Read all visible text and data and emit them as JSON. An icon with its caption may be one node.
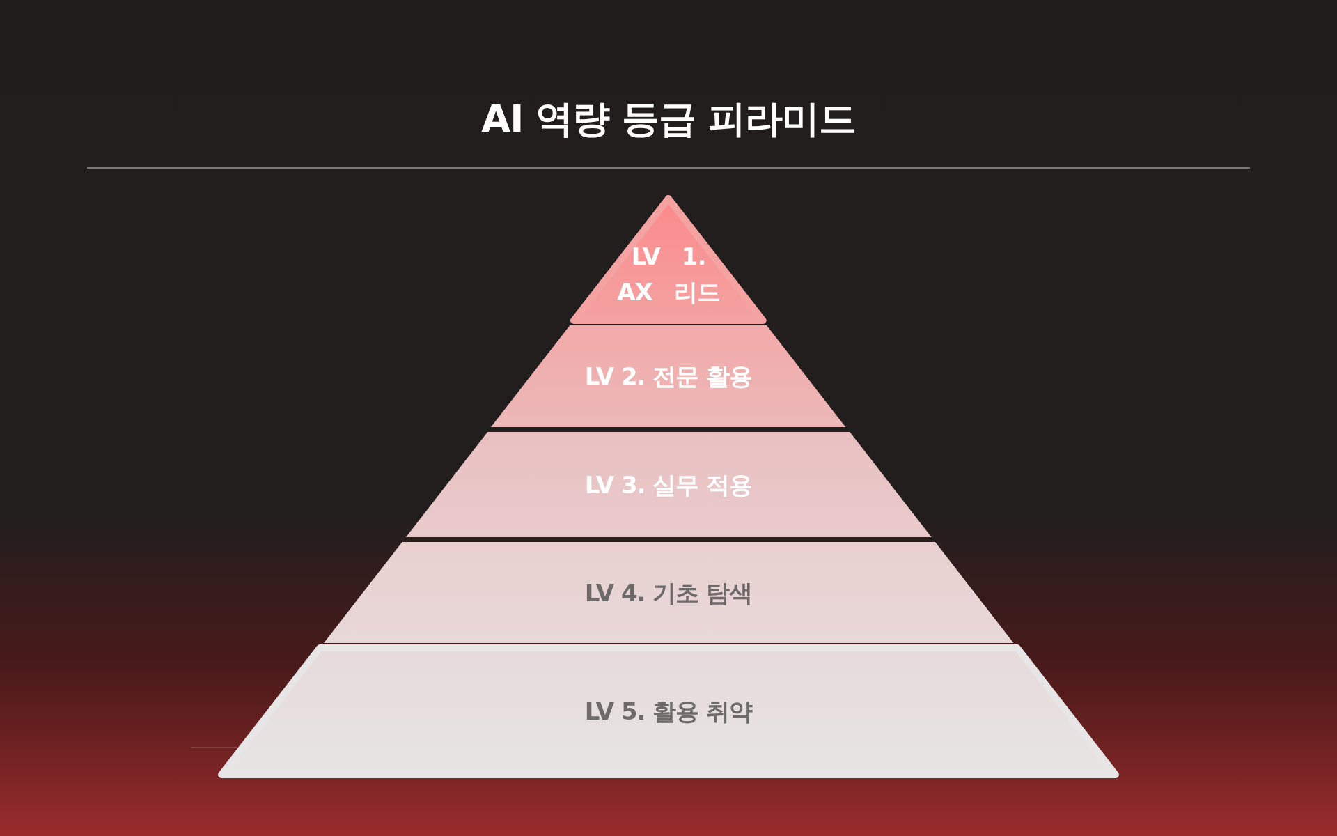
{
  "diagram": {
    "title": "AI 역량 등급 피라미드",
    "nodes": [
      {
        "text": [
          "LV 1. AX 리드"
        ]
      },
      {
        "text": [
          "LV 2. 전문 활용"
        ]
      },
      {
        "text": [
          "LV 3. 실무 적용"
        ]
      },
      {
        "text": [
          "LV 4. 기초 탐색"
        ]
      },
      {
        "text": [
          "LV 5. 활용 취약"
        ]
      }
    ]
  }
}
